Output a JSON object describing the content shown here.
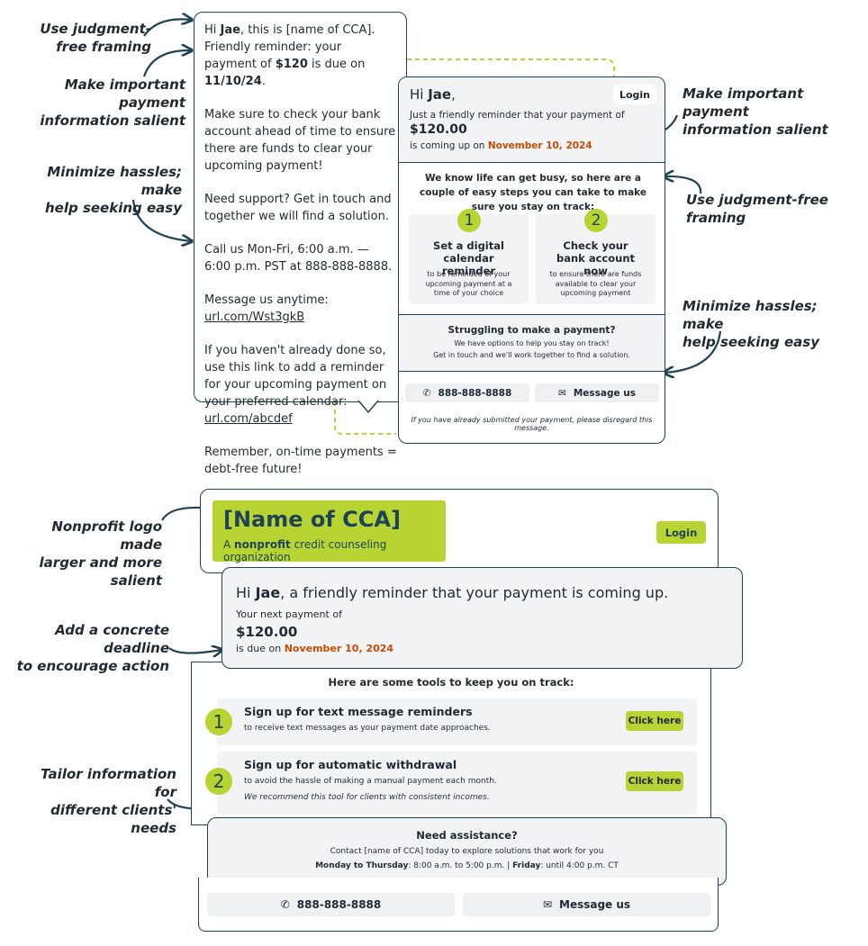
{
  "annotations": {
    "a1": "Use judgment-\nfree framing",
    "a2": "Make important payment\ninformation salient",
    "a3": "Minimize hassles; make\nhelp seeking easy",
    "a4": "Make important payment\ninformation salient",
    "a5": "Use judgment-free\nframing",
    "a6": "Minimize hassles; make\nhelp seeking easy",
    "a7": "Nonprofit logo made\nlarger and more salient",
    "a8": "Add a concrete deadline\nto encourage action",
    "a9": "Tailor information for\ndifferent clients' needs"
  },
  "sms": {
    "p1_pre": "Hi ",
    "name": "Jae",
    "p1_mid": ", this is [name of CCA]. Friendly reminder: your payment of ",
    "amount": "$120",
    "p1_mid2": " is due on ",
    "date": "11/10/24",
    "p1_end": ".",
    "p2": "Make sure to check your bank account ahead of time to ensure there are funds to clear your upcoming payment!",
    "p3": "Need support? Get in touch and together we will find a solution.",
    "p4": "Call us Mon-Fri, 6:00 a.m. — 6:00 p.m. PST at 888-888-8888.",
    "p5_pre": "Message us anytime: ",
    "p5_link": "url.com/Wst3gkB",
    "p6_pre": "If you haven't already done so, use this link to add a reminder for your upcoming payment on your preferred calendar: ",
    "p6_link": "url.com/abcdef",
    "p7": "Remember, on-time payments = debt-free future!"
  },
  "email1": {
    "hi": "Hi ",
    "name": "Jae",
    "comma": ",",
    "login": "Login",
    "line1": "Just a friendly reminder that your payment of",
    "amount": "$120.00",
    "line2_pre": "is coming up on ",
    "date": "November 10, 2024",
    "intro": "We know life can get busy, so here are a couple of easy steps you can take to make sure you stay on track:",
    "step1_num": "1",
    "step1_title": "Set a digital calendar reminder",
    "step1_desc": "to be reminded of your upcoming payment at a time of your choice",
    "step2_num": "2",
    "step2_title": "Check your bank account now",
    "step2_desc": "to ensure there are funds available to clear your upcoming payment",
    "struggle_title": "Struggling to make a payment?",
    "struggle_l1": "We have options to help you stay on track!",
    "struggle_l2": "Get in touch and we'll work together to find a solution.",
    "phone": "888-888-8888",
    "message": "Message us",
    "footer": "If you have already submitted your payment, please disregard this message."
  },
  "email2": {
    "org_name": "[Name of CCA]",
    "tag_pre": "A ",
    "tag_bold": "nonprofit",
    "tag_post": " credit counseling organization",
    "login": "Login",
    "hi": "Hi ",
    "name": "Jae",
    "hi_rest": ", a friendly reminder that your payment is coming up.",
    "next_label": "Your next payment of",
    "amount": "$120.00",
    "due_pre": "is due on ",
    "date": "November 10, 2024",
    "tools_title": "Here are some tools to keep you on track:",
    "tool1_num": "1",
    "tool1_title": "Sign up for text message reminders",
    "tool1_desc": "to receive text messages as your payment date approaches.",
    "tool1_btn": "Click here",
    "tool2_num": "2",
    "tool2_title": "Sign up for automatic withdrawal",
    "tool2_desc": "to avoid the hassle of making a manual payment each month.",
    "tool2_note": "We recommend this tool for clients with consistent incomes.",
    "tool2_btn": "Click here",
    "assist_title": "Need assistance?",
    "assist_line": "Contact [name of CCA] today to explore solutions that work for you",
    "days1": "Monday to Thursday",
    "hours1": ": 8:00 a.m. to 5:00 p.m. | ",
    "days2": "Friday",
    "hours2": ": until 4:00 p.m. CT",
    "phone": "888-888-8888",
    "message": "Message us"
  },
  "colors": {
    "navy": "#1d4354",
    "lime": "#b8d433",
    "orange": "#c94b04",
    "gray": "#f2f3f4"
  }
}
